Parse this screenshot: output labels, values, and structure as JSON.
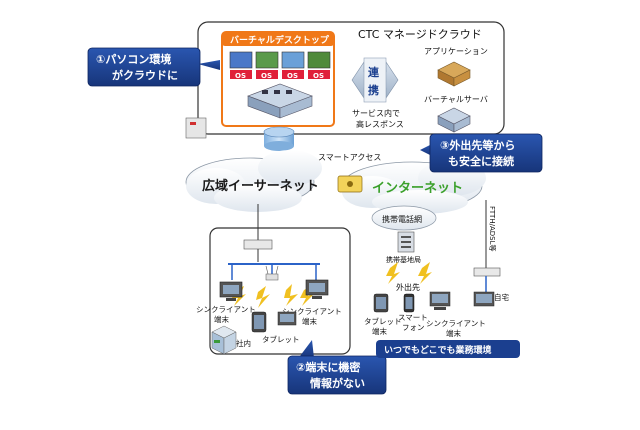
{
  "cloud_box": {
    "title": "CTC マネージドクラウド",
    "virtual_desktop_label": "バーチャルデスクトップ",
    "os_labels": [
      "OS",
      "OS",
      "OS",
      "OS"
    ],
    "connect_label": [
      "連",
      "携"
    ],
    "service_note": [
      "サービス内で",
      "高レスポンス"
    ],
    "application_label": "アプリケーション",
    "virtual_server_label": "バーチャルサーバ"
  },
  "callouts": {
    "pc_env": [
      "①パソコン環境",
      "がクラウドに"
    ],
    "remote_safe": [
      "③外出先等から",
      "も安全に接続"
    ],
    "no_data": [
      "②端末に機密",
      "情報がない"
    ]
  },
  "network": {
    "wan_label": "広域イーサーネット",
    "internet_label": "インターネット",
    "smart_access_label": "スマートアクセス"
  },
  "office": {
    "thin_client_left": [
      "シンクライアント",
      "端末"
    ],
    "thin_client_right": [
      "シンクライアント",
      "端末"
    ],
    "tablet_label": "タブレット",
    "office_label": "社内"
  },
  "mobile": {
    "mobile_network_label": "携帯電話網",
    "base_station_label": "携帯基地局",
    "outside_label": "外出先",
    "tablet_label": [
      "タブレット",
      "端末"
    ],
    "smartphone_label": [
      "スマート",
      "フォン"
    ],
    "thin_client_label": [
      "シンクライアント",
      "端末"
    ],
    "home_label": "自宅",
    "ftth_label": "FTTH/ADSL等",
    "anywhere_banner": "いつでもどこでも業務環境"
  },
  "colors": {
    "wan_text": "#1a1a1a",
    "internet_text": "#3aa02a",
    "callout_fill": "#1b3f8f",
    "callout_text": "#ffffff",
    "desktop_frame": "#f07818",
    "os_badge": "#e0203a"
  }
}
